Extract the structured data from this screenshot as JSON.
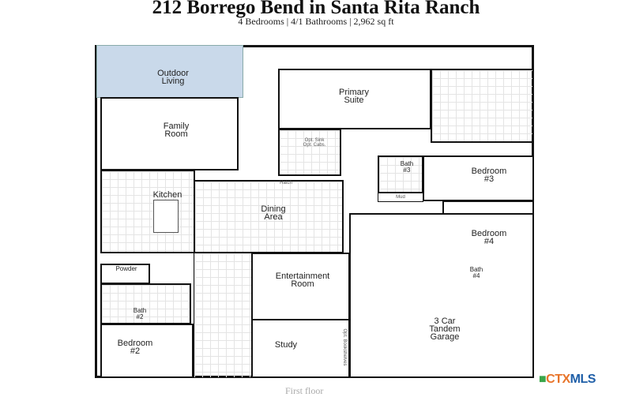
{
  "header": {
    "title": "212 Borrego Bend in Santa Rita Ranch",
    "subtitle": "4 Bedrooms | 4/1 Bathrooms | 2,962 sq ft"
  },
  "rooms": {
    "outdoor_living": "Outdoor\nLiving",
    "family_room": "Family\nRoom",
    "primary_suite": "Primary\nSuite",
    "opt_sink": "Opt. Sink\nOpt. Cabs.",
    "bath3": "Bath\n#3",
    "bedroom3": "Bedroom\n#3",
    "hatch": "Hatch",
    "mud": "Mud",
    "kitchen": "Kitchen",
    "dining": "Dining\nArea",
    "bedroom4": "Bedroom\n#4",
    "bath4": "Bath\n#4",
    "powder": "Powder",
    "bath2": "Bath\n#2",
    "entertainment": "Entertainment\nRoom",
    "bedroom2": "Bedroom\n#2",
    "study": "Study",
    "opt_bookshelves": "Opt. Bookshelves",
    "garage": "3 Car\nTandem\nGarage"
  },
  "footer": {
    "floor_label": "First floor",
    "logo_text_1": "CTX",
    "logo_text_2": "MLS"
  },
  "colors": {
    "outdoor": "#c9d9ea",
    "logo_orange": "#e8742a",
    "logo_blue": "#1f5fa8",
    "logo_green": "#3aa64a"
  }
}
